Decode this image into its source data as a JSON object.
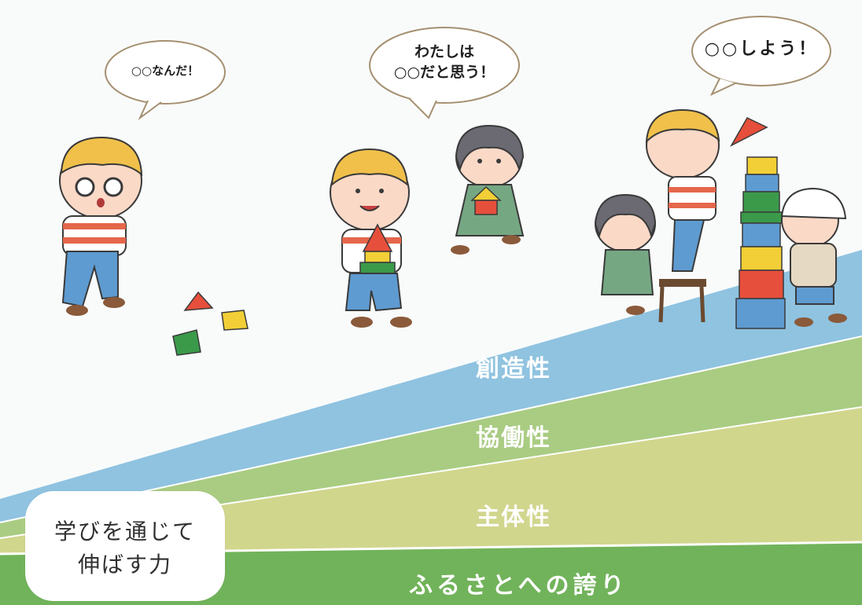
{
  "bands": {
    "creativity": "創造性",
    "collaboration": "協働性",
    "autonomy": "主体性",
    "pride": "ふるさとへの誇り"
  },
  "badge": {
    "line1": "学びを通じて",
    "line2": "伸ばす力"
  },
  "bubbles": {
    "first": "○○なんだ！",
    "second_line1": "わたしは",
    "second_line2": "○○だと思う！",
    "third": "○○しよう！"
  },
  "colors": {
    "creativity": "#8fc3e0",
    "collaboration": "#a9cc82",
    "autonomy": "#d1d68d",
    "pride": "#71b35a",
    "page_background": "#f9fbfb"
  },
  "icons": [
    "child-peeking-icon",
    "child-holding-blocks-icon",
    "girl-holding-house-block-icon",
    "girl-sitting-icon",
    "boy-stacking-triangle-icon",
    "block-tower-icon",
    "child-with-cap-icon",
    "scattered-blocks-icon"
  ]
}
